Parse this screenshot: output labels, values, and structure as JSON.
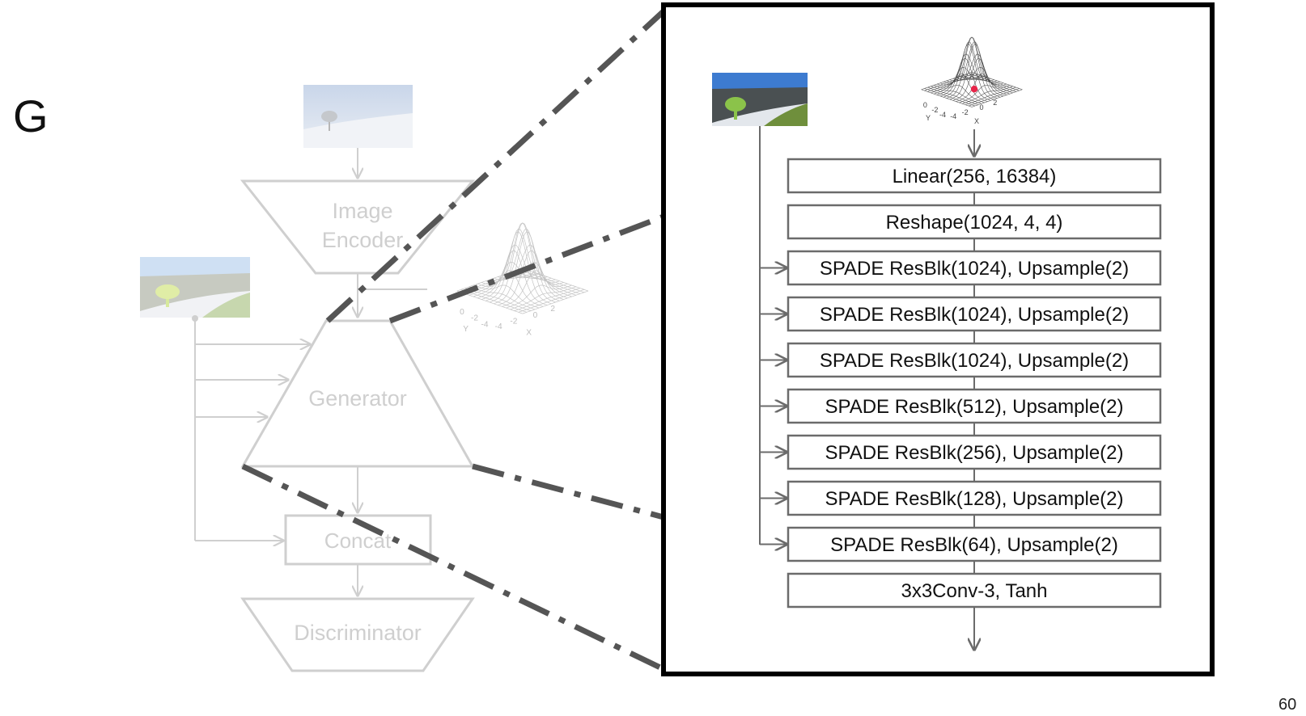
{
  "slide_letter": "G",
  "page_number": "60",
  "left": {
    "encoder": [
      "Image",
      "Encoder"
    ],
    "generator": "Generator",
    "concat": "Concat",
    "discriminator": "Discriminator",
    "small_axis_ticks": [
      "0",
      "-2",
      "-4",
      "-4",
      "-2",
      "0",
      "2"
    ],
    "small_axis_labels": [
      "Y",
      "X"
    ]
  },
  "zoom": {
    "layers": [
      "Linear(256, 16384)",
      "Reshape(1024, 4, 4)",
      "SPADE ResBlk(1024), Upsample(2)",
      "SPADE ResBlk(1024), Upsample(2)",
      "SPADE ResBlk(1024), Upsample(2)",
      "SPADE ResBlk(512), Upsample(2)",
      "SPADE ResBlk(256), Upsample(2)",
      "SPADE ResBlk(128), Upsample(2)",
      "SPADE ResBlk(64), Upsample(2)",
      "3x3Conv-3, Tanh"
    ],
    "axis_ticks": [
      "0",
      "-2",
      "-4",
      "-4",
      "-2",
      "0",
      "2"
    ],
    "axis_labels": [
      "Y",
      "X"
    ]
  },
  "colors": {
    "faded": "#cfcfcf",
    "dash": "#555555",
    "box_border": "#6b6b6b",
    "frame": "#000000",
    "sky": "#3d7bd0",
    "tree": "#8bc34a",
    "marker": "#e8264a"
  }
}
